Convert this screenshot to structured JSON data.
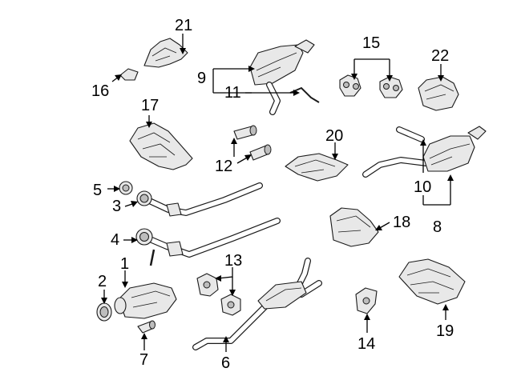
{
  "callouts": {
    "c1": "1",
    "c2": "2",
    "c3": "3",
    "c4": "4",
    "c5": "5",
    "c6": "6",
    "c7": "7",
    "c8": "8",
    "c9": "9",
    "c10": "10",
    "c11": "11",
    "c12": "12",
    "c13": "13",
    "c14": "14",
    "c15": "15",
    "c16": "16",
    "c17": "17",
    "c18": "18",
    "c19": "19",
    "c20": "20",
    "c21": "21",
    "c22": "22"
  },
  "colors": {
    "line": "#1a1a1a",
    "fill": "#e8e8e8",
    "shade": "#bdbdbd"
  }
}
